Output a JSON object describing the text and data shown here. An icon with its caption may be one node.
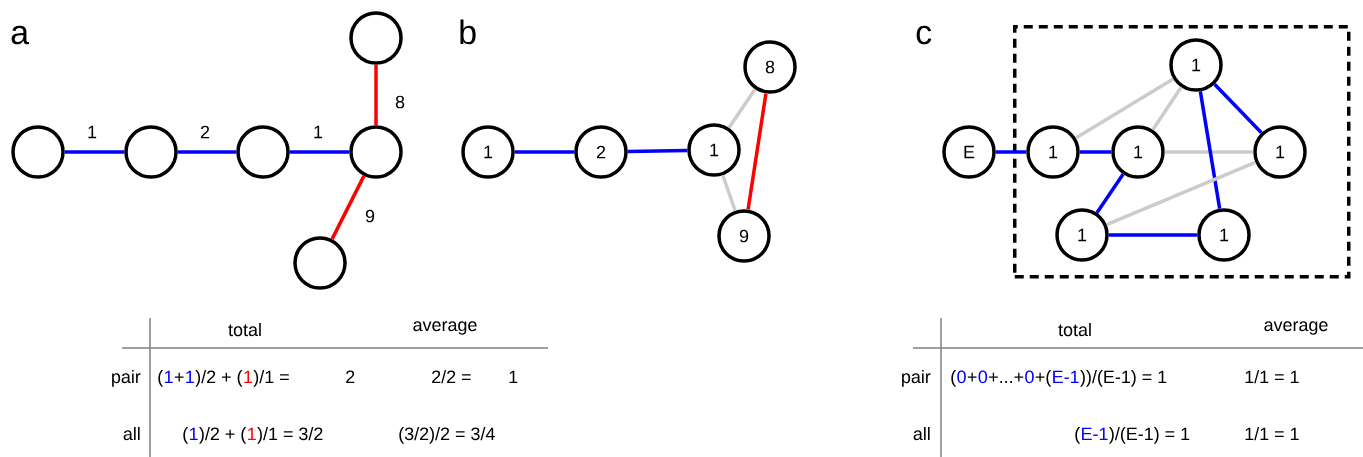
{
  "diagram": {
    "nodes": [
      {
        "text": [],
        "shape": "circle"
      },
      {
        "text": [],
        "shape": "circle"
      },
      {
        "text": [],
        "shape": "circle"
      },
      {
        "text": [],
        "shape": "circle"
      },
      {
        "text": [],
        "shape": "circle"
      },
      {
        "text": [],
        "shape": "circle"
      },
      {
        "text": [
          "1"
        ]
      },
      {
        "text": [
          "2"
        ]
      },
      {
        "text": [
          "1"
        ]
      },
      {
        "text": [
          "8"
        ]
      },
      {
        "text": [
          "9"
        ]
      },
      {
        "text": [],
        "shape": "box"
      },
      {
        "text": [
          "E"
        ]
      },
      {
        "text": [
          "1"
        ],
        "in": 11
      },
      {
        "text": [
          "1"
        ],
        "in": 11
      },
      {
        "text": [
          "1"
        ],
        "in": 11
      },
      {
        "text": [
          "1"
        ],
        "in": 11
      },
      {
        "text": [
          "1"
        ],
        "in": 11
      },
      {
        "text": [
          "1"
        ],
        "in": 11
      }
    ],
    "edges": [
      {
        "from": 0,
        "to": 1,
        "arrow": "none",
        "label": "1"
      },
      {
        "from": 1,
        "to": 2,
        "arrow": "none",
        "label": "2"
      },
      {
        "from": 2,
        "to": 3,
        "arrow": "none",
        "label": "1"
      },
      {
        "from": 3,
        "to": 4,
        "arrow": "none",
        "label": "8",
        "color": "#ff0000"
      },
      {
        "from": 3,
        "to": 5,
        "arrow": "none",
        "label": "9",
        "color": "#ff0000"
      },
      {
        "from": 6,
        "to": 7,
        "arrow": "none"
      },
      {
        "from": 7,
        "to": 8,
        "arrow": "none"
      },
      {
        "from": 8,
        "to": 9,
        "arrow": "none",
        "color": "#cccccc"
      },
      {
        "from": 8,
        "to": 10,
        "arrow": "none",
        "color": "#cccccc"
      },
      {
        "from": 9,
        "to": 10,
        "arrow": "none",
        "color": "#ff0000"
      },
      {
        "from": 12,
        "to": 13,
        "arrow": "none"
      },
      {
        "from": 13,
        "to": 14,
        "arrow": "none"
      },
      {
        "from": 13,
        "to": 15,
        "arrow": "none",
        "color": "#cccccc"
      },
      {
        "from": 14,
        "to": 15,
        "arrow": "none",
        "color": "#cccccc"
      },
      {
        "from": 14,
        "to": 16,
        "arrow": "none",
        "color": "#cccccc"
      },
      {
        "from": 14,
        "to": 17,
        "arrow": "none"
      },
      {
        "from": 15,
        "to": 16,
        "arrow": "none"
      },
      {
        "from": 15,
        "to": 18,
        "arrow": "none"
      },
      {
        "from": 16,
        "to": 17,
        "arrow": "none",
        "color": "#cccccc"
      },
      {
        "from": 17,
        "to": 18,
        "arrow": "none"
      }
    ],
    "labels": [
      "a",
      "b",
      "c",
      "total",
      "average",
      "pair",
      "(",
      "1",
      "+",
      "1",
      ")/2 + (",
      "1",
      ")/1 =",
      "2",
      "2/2 =",
      "1",
      "all",
      "(",
      "1",
      ")/2 + (",
      "1",
      ")/1 = 3/2",
      "(3/2)/2 = 3/4",
      "total",
      "average",
      "pair",
      "(",
      "0",
      "+",
      "0",
      "+...+",
      "0",
      "+(",
      "E-1",
      "))/(E-1) = 1",
      "1/1 = 1",
      "all",
      "(",
      "E-1",
      ")/(E-1) = 1",
      "1/1 = 1"
    ]
  }
}
